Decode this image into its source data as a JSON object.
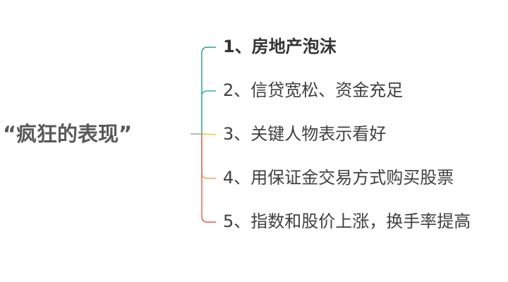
{
  "mindmap": {
    "root": {
      "label": "“疯狂的表现”"
    },
    "branches": [
      {
        "label": "1、房地产泡沫",
        "color": "#2a9d8f",
        "emphasis": true
      },
      {
        "label": "2、信贷宽松、资金充足",
        "color": "#2cb5b0",
        "emphasis": false
      },
      {
        "label": "3、关键人物表示看好",
        "color": "#f4c542",
        "emphasis": false
      },
      {
        "label": "4、用保证金交易方式购买股票",
        "color": "#f0a060",
        "emphasis": false
      },
      {
        "label": "5、指数和股价上涨，换手率提高",
        "color": "#e05a48",
        "emphasis": false
      }
    ],
    "root_connector_color": "#8c8c8c"
  }
}
